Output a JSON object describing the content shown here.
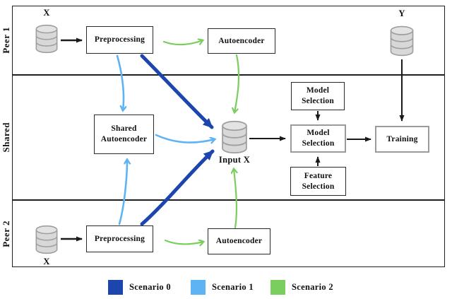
{
  "lanes": [
    {
      "label": "Peer 1"
    },
    {
      "label": "Shared"
    },
    {
      "label": "Peer 2"
    }
  ],
  "nodes": {
    "x_peer1": "X",
    "y_db": "Y",
    "x_peer2": "X",
    "input_x": "Input X",
    "preprocessing_peer1": "Preprocessing",
    "autoencoder_peer1": "Autoencoder",
    "shared_autoencoder": "Shared Autoencoder",
    "model_selection_top": "Model Selection",
    "model_selection": "Model Selection",
    "feature_selection": "Feature Selection",
    "training": "Training",
    "preprocessing_peer2": "Preprocessing",
    "autoencoder_peer2": "Autoencoder"
  },
  "legend": {
    "items": [
      {
        "label": "Scenario 0",
        "color": "#1c45ae"
      },
      {
        "label": "Scenario 1",
        "color": "#5eb3f4"
      },
      {
        "label": "Scenario 2",
        "color": "#79ce5d"
      }
    ]
  },
  "colors": {
    "scenario0": "#1c45ae",
    "scenario1": "#5eb3f4",
    "scenario2": "#79ce5d",
    "edge": "#1a1a1a",
    "db_fill": "#d8d8d8",
    "db_top": "#e3e3e3",
    "db_stroke": "#9e9e9e"
  }
}
